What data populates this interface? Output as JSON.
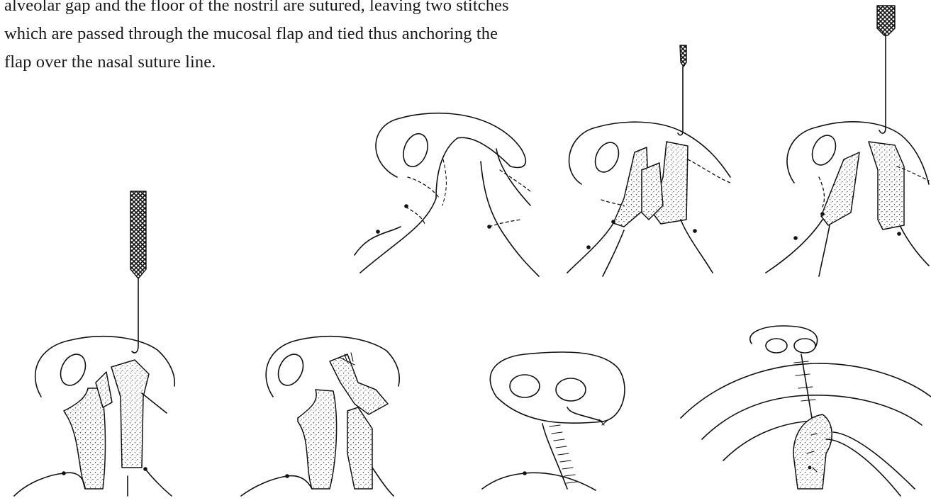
{
  "body_text": {
    "line1": "alveolar gap and the floor of the nostril are sutured, leaving two stitches",
    "line2": "which are passed through the mucosal flap and tied thus anchoring the",
    "line3": "flap over the nasal suture line."
  }
}
